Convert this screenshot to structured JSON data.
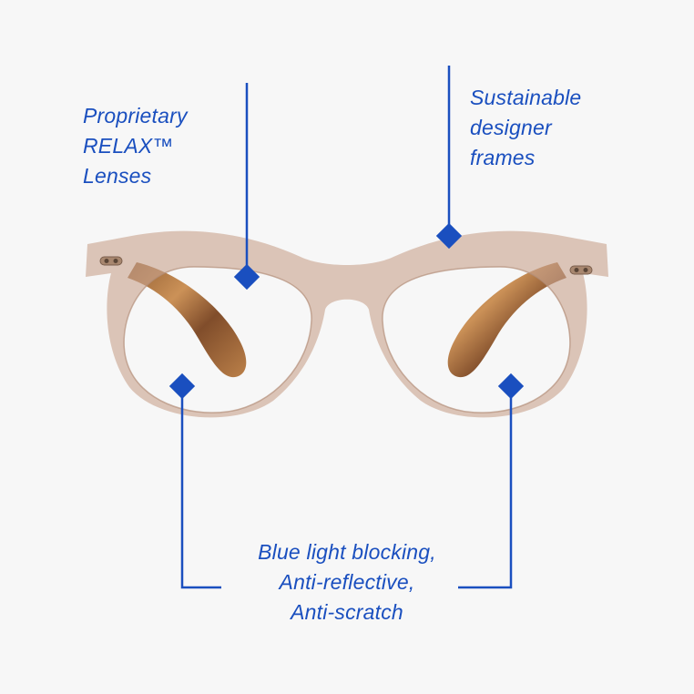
{
  "accent_color": "#1a4fbf",
  "icons": {
    "product": "eyeglasses-illustration",
    "marker": "diamond-marker-icon"
  },
  "callouts": {
    "lenses": {
      "lines": [
        "Proprietary",
        "RELAX™",
        "Lenses"
      ]
    },
    "frames": {
      "lines": [
        "Sustainable",
        "designer",
        "frames"
      ]
    },
    "coating": {
      "lines": [
        "Blue light blocking,",
        "Anti-reflective,",
        "Anti-scratch"
      ]
    }
  }
}
